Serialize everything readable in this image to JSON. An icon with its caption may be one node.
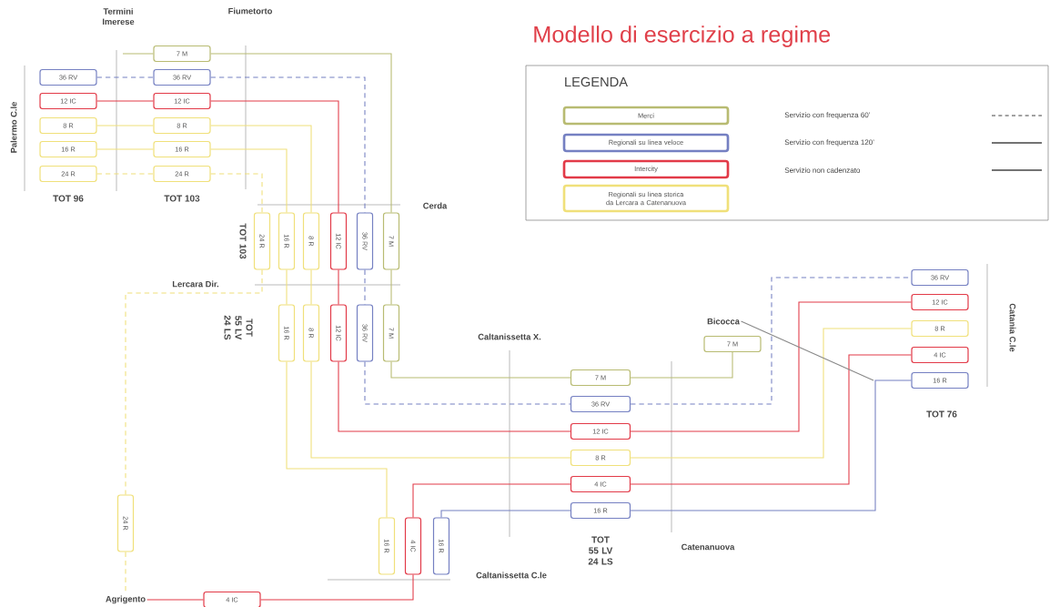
{
  "diagram": {
    "title": "Modello di esercizio a regime",
    "nodes": [
      {
        "text": [
          "36 RV"
        ]
      },
      {
        "text": [
          "12 IC"
        ]
      },
      {
        "text": [
          "8 R"
        ]
      },
      {
        "text": [
          "16 R"
        ]
      },
      {
        "text": [
          "24 R"
        ]
      },
      {
        "text": [
          "7 M"
        ]
      },
      {
        "text": [
          "36 RV"
        ]
      },
      {
        "text": [
          "12 IC"
        ]
      },
      {
        "text": [
          "8 R"
        ]
      },
      {
        "text": [
          "16 R"
        ]
      },
      {
        "text": [
          "24 R"
        ]
      },
      {
        "text": [
          "24 R"
        ]
      },
      {
        "text": [
          "16 R"
        ]
      },
      {
        "text": [
          "8 R"
        ]
      },
      {
        "text": [
          "12 IC"
        ]
      },
      {
        "text": [
          "36 RV"
        ]
      },
      {
        "text": [
          "7 M"
        ]
      },
      {
        "text": [
          "16 R"
        ]
      },
      {
        "text": [
          "8 R"
        ]
      },
      {
        "text": [
          "12 IC"
        ]
      },
      {
        "text": [
          "36 RV"
        ]
      },
      {
        "text": [
          "7 M"
        ]
      },
      {
        "text": [
          "7 M"
        ]
      },
      {
        "text": [
          "36 RV"
        ]
      },
      {
        "text": [
          "12 IC"
        ]
      },
      {
        "text": [
          "8 R"
        ]
      },
      {
        "text": [
          "4 IC"
        ]
      },
      {
        "text": [
          "16 R"
        ]
      },
      {
        "text": [
          "7 M"
        ]
      },
      {
        "text": [
          "36 RV"
        ]
      },
      {
        "text": [
          "12 IC"
        ]
      },
      {
        "text": [
          "8 R"
        ]
      },
      {
        "text": [
          "4 IC"
        ]
      },
      {
        "text": [
          "16 R"
        ]
      },
      {
        "text": [
          "16 R"
        ]
      },
      {
        "text": [
          "4 IC"
        ]
      },
      {
        "text": [
          "16 R"
        ]
      },
      {
        "text": [
          "24 R"
        ]
      },
      {
        "text": [
          "4 IC"
        ]
      },
      {
        "text": [
          "Agrigento"
        ]
      },
      {
        "text": [
          "Bicocca"
        ]
      }
    ],
    "edges": [
      {
        "from": 0,
        "to": 6,
        "arrow": "none",
        "style": "dashed",
        "color": "#7580c2"
      },
      {
        "from": 1,
        "to": 7,
        "arrow": "none",
        "color": "#e23a48"
      },
      {
        "from": 2,
        "to": 8,
        "arrow": "none",
        "color": "#f0e07a"
      },
      {
        "from": 3,
        "to": 9,
        "arrow": "none",
        "color": "#f0e07a"
      },
      {
        "from": 4,
        "to": 10,
        "arrow": "none",
        "style": "dashed",
        "color": "#f0e07a"
      },
      {
        "from": null,
        "to": 5,
        "arrow": "none",
        "color": "#b8bb72"
      },
      {
        "from": 5,
        "to": 16,
        "arrow": "none",
        "color": "#b8bb72"
      },
      {
        "from": 6,
        "to": 15,
        "arrow": "none",
        "style": "dashed",
        "color": "#7580c2"
      },
      {
        "from": 7,
        "to": 14,
        "arrow": "none",
        "color": "#e23a48"
      },
      {
        "from": 8,
        "to": 13,
        "arrow": "none",
        "color": "#f0e07a"
      },
      {
        "from": 9,
        "to": 12,
        "arrow": "none",
        "color": "#f0e07a"
      },
      {
        "from": 10,
        "to": 11,
        "arrow": "none",
        "style": "dashed",
        "color": "#f0e07a"
      },
      {
        "from": 12,
        "to": 17,
        "arrow": "none",
        "color": "#f0e07a"
      },
      {
        "from": 13,
        "to": 18,
        "arrow": "none",
        "color": "#f0e07a"
      },
      {
        "from": 14,
        "to": 19,
        "arrow": "none",
        "color": "#e23a48"
      },
      {
        "from": 15,
        "to": 20,
        "arrow": "none",
        "style": "dashed",
        "color": "#7580c2"
      },
      {
        "from": 16,
        "to": 21,
        "arrow": "none",
        "color": "#b8bb72"
      },
      {
        "from": 11,
        "to": 37,
        "arrow": "none",
        "style": "dashed",
        "color": "#f0e07a"
      },
      {
        "from": 21,
        "to": 22,
        "arrow": "none",
        "color": "#b8bb72"
      },
      {
        "from": 20,
        "to": 23,
        "arrow": "none",
        "style": "dashed",
        "color": "#7580c2"
      },
      {
        "from": 19,
        "to": 24,
        "arrow": "none",
        "color": "#e23a48"
      },
      {
        "from": 18,
        "to": 25,
        "arrow": "none",
        "color": "#f0e07a"
      },
      {
        "from": 17,
        "to": 34,
        "arrow": "none",
        "color": "#f0e07a"
      },
      {
        "from": 35,
        "to": 26,
        "arrow": "none",
        "color": "#e23a48"
      },
      {
        "from": 36,
        "to": 27,
        "arrow": "none",
        "color": "#7580c2"
      },
      {
        "from": 22,
        "to": 28,
        "arrow": "none",
        "color": "#b8bb72"
      },
      {
        "from": 23,
        "to": 29,
        "arrow": "none",
        "style": "dashed",
        "color": "#7580c2"
      },
      {
        "from": 24,
        "to": 30,
        "arrow": "none",
        "color": "#e23a48"
      },
      {
        "from": 25,
        "to": 31,
        "arrow": "none",
        "color": "#f0e07a"
      },
      {
        "from": 26,
        "to": 32,
        "arrow": "none",
        "color": "#e23a48"
      },
      {
        "from": 27,
        "to": 33,
        "arrow": "none",
        "color": "#7580c2"
      },
      {
        "from": 35,
        "to": 38,
        "arrow": "none",
        "color": "#e23a48"
      },
      {
        "from": 38,
        "to": 39,
        "arrow": "none",
        "color": "#e23a48"
      },
      {
        "from": 37,
        "to": 39,
        "arrow": "none",
        "style": "dashed",
        "color": "#f0e07a"
      },
      {
        "from": 40,
        "to": null,
        "arrow": "none",
        "color": "#888888"
      }
    ],
    "labels": [
      "Termini Imerese",
      "Fiumetorto",
      "Palermo C.le",
      "TOT 96",
      "TOT 103",
      "Cerda",
      "TOT 103",
      "Lercara Dir.",
      "TOT 55 LV 24 LS",
      "Caltanissetta X.",
      "Catania C.le",
      "TOT 76",
      "TOT 55 LV 24 LS",
      "Catenanuova",
      "Caltanissetta C.le",
      "LEGENDA"
    ],
    "legend": [
      {
        "text": "Merci",
        "color": "#b8bb72"
      },
      {
        "text": "Regionali su linea veloce",
        "color": "#7580c2"
      },
      {
        "text": "Intercity",
        "color": "#e23a48"
      },
      {
        "text": "Regionali su linea storica da Lercara a Catenanuova",
        "color": "#f0e07a"
      },
      {
        "text": "Servizio con frequenza 60’"
      },
      {
        "text": "Servizio con frequenza 120’"
      },
      {
        "text": "Servizio non cadenzato"
      }
    ]
  }
}
